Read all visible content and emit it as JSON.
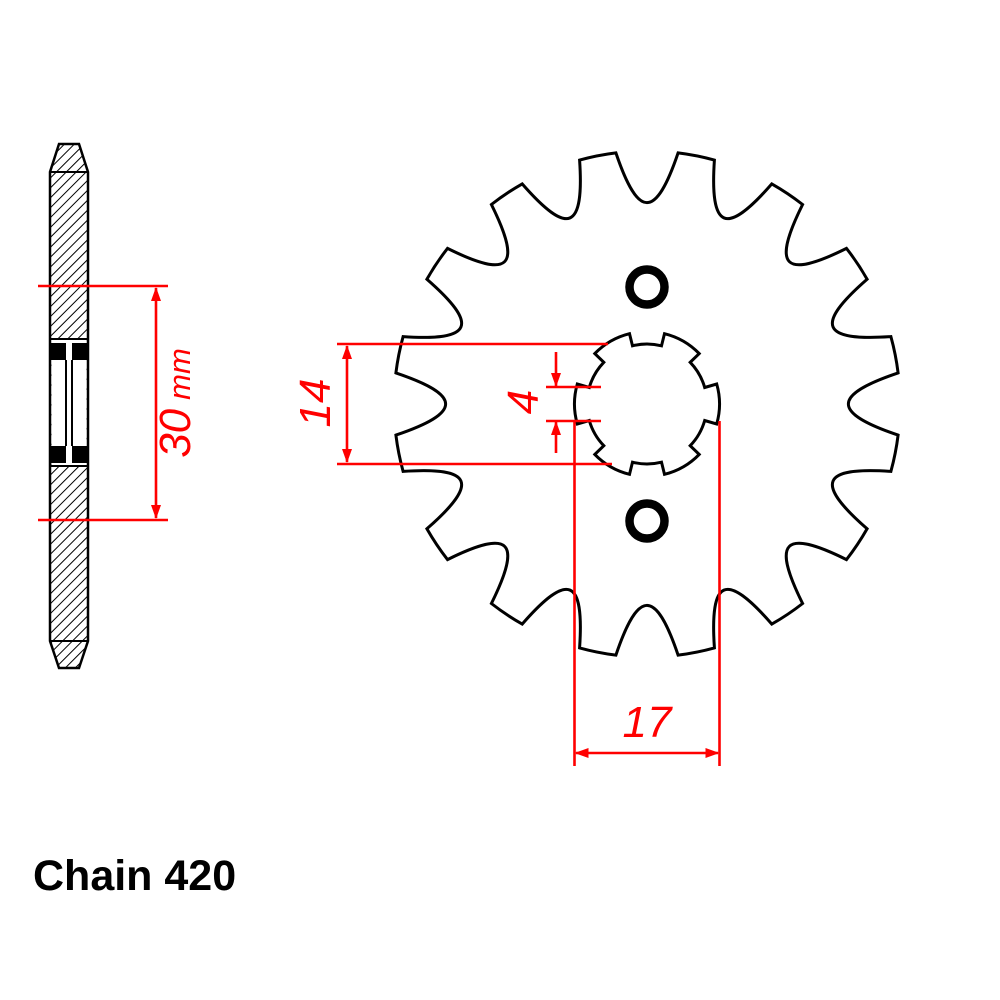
{
  "diagram": {
    "caption": "Chain 420",
    "dimensions": {
      "hub_width": {
        "value": "30",
        "unit": "mm"
      },
      "bore_inner_diameter": {
        "value": "14"
      },
      "spline_slot_width": {
        "value": "4"
      },
      "spline_outer_diameter": {
        "value": "17"
      }
    },
    "sprocket": {
      "teeth": 16,
      "bolt_holes": 2,
      "spline_notches": 6
    },
    "colors": {
      "dimension_red": "#ff0000",
      "outline_black": "#000000"
    }
  }
}
